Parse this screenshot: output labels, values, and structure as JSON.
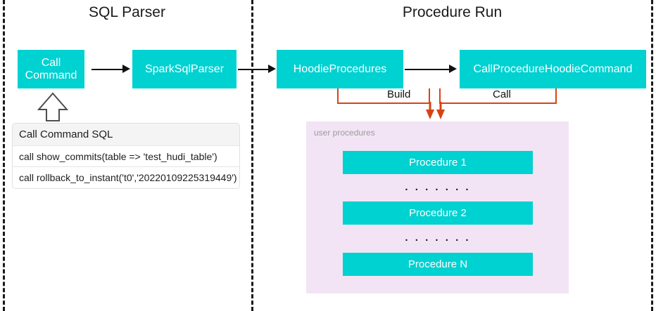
{
  "diagram": {
    "title_left": "SQL Parser",
    "title_right": "Procedure Run",
    "colors": {
      "teal": "#00d1d1",
      "purple_panel": "#f2e4f5",
      "orange_connector": "#d84315",
      "arrow_black": "#111111",
      "divider_dash": "#1a1a1a",
      "table_header_bg": "#f4f4f4"
    }
  },
  "left_section": {
    "nodes": [
      {
        "id": "call-command",
        "label": "Call\nCommand",
        "line1": "Call",
        "line2": "Command"
      },
      {
        "id": "spark-sql-parser",
        "label": "SparkSqlParser"
      }
    ],
    "sql_table": {
      "header": "Call Command SQL",
      "rows": [
        "call show_commits(table => 'test_hudi_table')",
        "call rollback_to_instant('t0','20220109225319449')"
      ]
    }
  },
  "right_section": {
    "nodes": [
      {
        "id": "hoodie-procedures",
        "label": "HoodieProcedures"
      },
      {
        "id": "call-procedure-hoodie-command",
        "label": "CallProcedureHoodieCommand"
      }
    ],
    "connector_labels": {
      "build": "Build",
      "call": "Call"
    },
    "user_procedures_panel": {
      "caption": "user procedures",
      "procedures": [
        "Procedure 1",
        "Procedure 2",
        "Procedure N"
      ],
      "ellipsis": ". . . . . . ."
    }
  }
}
